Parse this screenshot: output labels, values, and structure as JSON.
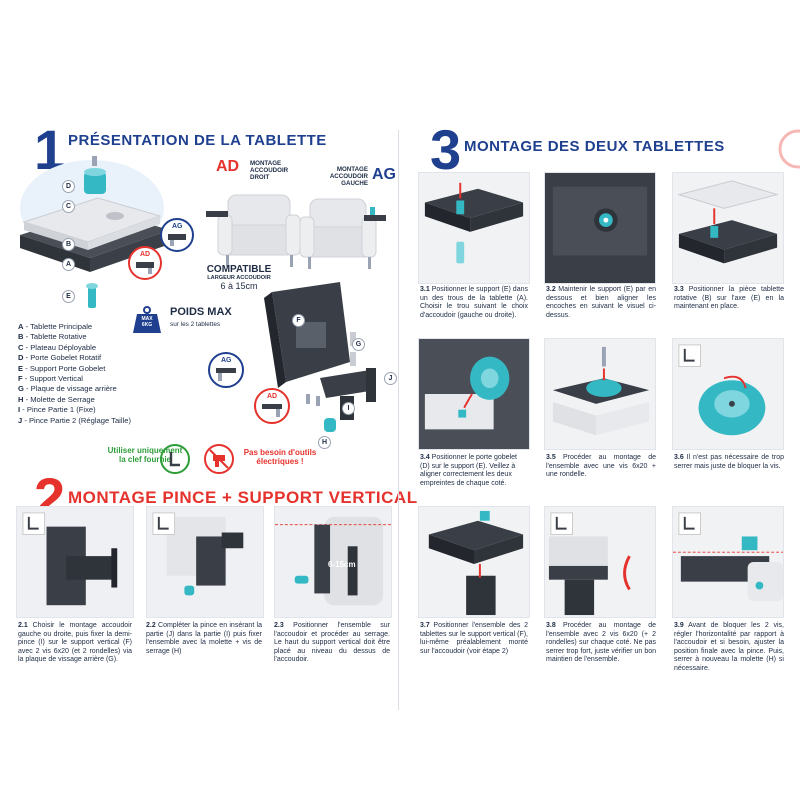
{
  "section1": {
    "number": "1",
    "title": "PRÉSENTATION DE LA TABLETTE",
    "part_letters": [
      "D",
      "C",
      "B",
      "A",
      "E",
      "F",
      "G",
      "H",
      "I",
      "J"
    ],
    "badge_ag": "AG",
    "badge_ad": "AD",
    "ad_label": "AD",
    "ad_caption": "MONTAGE ACCOUDOIR DROIT",
    "ag_label": "AG",
    "ag_caption": "MONTAGE ACCOUDOIR GAUCHE",
    "compatible_title": "COMPATIBLE",
    "compatible_sub": "LARGEUR ACCOUDOIR",
    "compatible_range": "6 à 15cm",
    "weight_badge_top": "MAX",
    "weight_badge_val": "6KG",
    "weight_title": "POIDS MAX",
    "weight_sub": "sur les 2 tablettes",
    "legend": [
      {
        "key": "A",
        "text": " - Tablette Principale"
      },
      {
        "key": "B",
        "text": " - Tablette Rotative"
      },
      {
        "key": "C",
        "text": " - Plateau Déployable"
      },
      {
        "key": "D",
        "text": " - Porte Gobelet Rotatif"
      },
      {
        "key": "E",
        "text": " - Support Porte Gobelet"
      },
      {
        "key": "F",
        "text": " - Support Vertical"
      },
      {
        "key": "G",
        "text": " - Plaque de vissage arrière"
      },
      {
        "key": "H",
        "text": " - Molette de Serrage"
      },
      {
        "key": "I",
        "text": " - Pince Partie 1 (Fixe)"
      },
      {
        "key": "J",
        "text": " - Pince Partie 2 (Réglage Taille)"
      }
    ],
    "note_key": "Utiliser uniquement la clef fournie",
    "note_tools": "Pas besoin d'outils électriques !"
  },
  "section2": {
    "number": "2",
    "title": "MONTAGE PINCE + SUPPORT VERTICAL",
    "photo3_label": "6-15cm",
    "steps": [
      {
        "num": "2.1",
        "text": " Choisir le montage accoudoir gauche ou droite, puis fixer la demi-pince (I) sur le support vertical (F) avec 2 vis 6x20 (et 2 rondelles) via la plaque de vissage arrière (G)."
      },
      {
        "num": "2.2",
        "text": " Compléter la pince en insérant la partie (J) dans la partie (I) puis fixer l'ensemble avec la molette + vis de serrage (H)"
      },
      {
        "num": "2.3",
        "text": " Positionner l'ensemble sur l'accoudoir et procéder au serrage. Le haut du support vertical doit être placé au niveau du dessus de l'accoudoir."
      }
    ]
  },
  "section3": {
    "number": "3",
    "title": "MONTAGE DES DEUX TABLETTES",
    "steps": [
      {
        "num": "3.1",
        "text": " Positionner le support (E) dans un des trous de la tablette (A). Choisir le trou suivant le choix d'accoudoir (gauche ou droite)."
      },
      {
        "num": "3.2",
        "text": " Maintenir le support (E) par en dessous et bien aligner les encoches en suivant le visuel ci-dessus."
      },
      {
        "num": "3.3",
        "text": " Positionner la pièce tablette rotative (B) sur l'axe (E) en la maintenant en place."
      },
      {
        "num": "3.4",
        "text": " Positionner le porte gobelet (D) sur le support (E). Veillez à aligner correctement les deux empreintes de chaque coté."
      },
      {
        "num": "3.5",
        "text": " Procéder au montage de l'ensemble avec une vis 6x20 + une rondelle."
      },
      {
        "num": "3.6",
        "text": " Il n'est pas nécessaire de trop serrer mais juste de bloquer la vis."
      },
      {
        "num": "3.7",
        "text": " Positionner l'ensemble des 2 tablettes sur le support vertical (F), lui-même préalablement monté sur l'accoudoir (voir étape 2)"
      },
      {
        "num": "3.8",
        "text": " Procéder au montage de l'ensemble avec 2 vis 6x20 (+ 2 rondelles) sur chaque coté. Ne pas serrer trop fort, juste vérifier un bon maintien de l'ensemble."
      },
      {
        "num": "3.9",
        "text": " Avant de bloquer les 2 vis, régler l'horizontalité par rapport à l'accoudoir et si besoin, ajuster la position finale avec la pince. Puis, serrer à nouveau la molette (H) si nécessaire."
      }
    ]
  },
  "colors": {
    "navy": "#1f3f8f",
    "red": "#e5322d",
    "teal": "#34b9c4",
    "dark": "#3a3f47",
    "light": "#e6e8ec"
  }
}
